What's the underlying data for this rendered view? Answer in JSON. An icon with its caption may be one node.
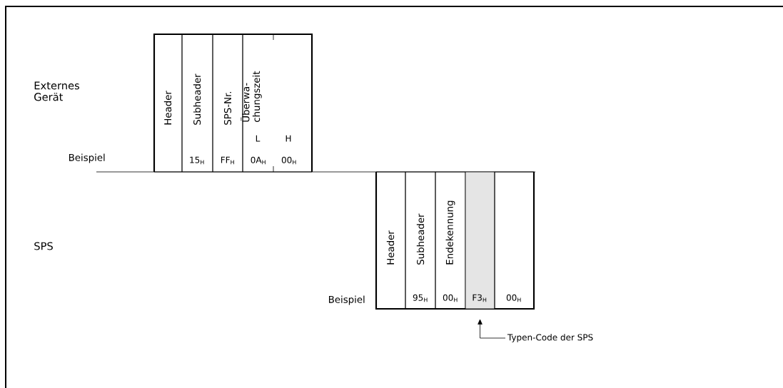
{
  "diagram": {
    "nodes": [
      {
        "text": [
          "Header"
        ]
      },
      {
        "text": [
          "Subheader",
          "15$_{H}$"
        ]
      },
      {
        "text": [
          "SPS-Nr.",
          "FF$_{H}$"
        ]
      },
      {
        "text": [
          "Überwa- chungszeit",
          "L",
          "H",
          "0A$_{H}$",
          "00$_{H}$"
        ]
      },
      {
        "text": [
          "Header"
        ]
      },
      {
        "text": [
          "Subheader",
          "95$_{H}$"
        ]
      },
      {
        "text": [
          "Endekennung",
          "00$_{H}$"
        ]
      },
      {
        "text": [
          "F3$_{H}$"
        ]
      },
      {
        "text": [
          "00$_{H}$"
        ]
      },
      {
        "text": [
          "Typen-Code der SPS"
        ]
      }
    ],
    "edges": [
      {
        "from": 9,
        "to": 7,
        "arrow": "to"
      }
    ],
    "labels": [
      "Externes Gerät",
      "Beispiel",
      "SPS",
      "Beispiel"
    ]
  }
}
